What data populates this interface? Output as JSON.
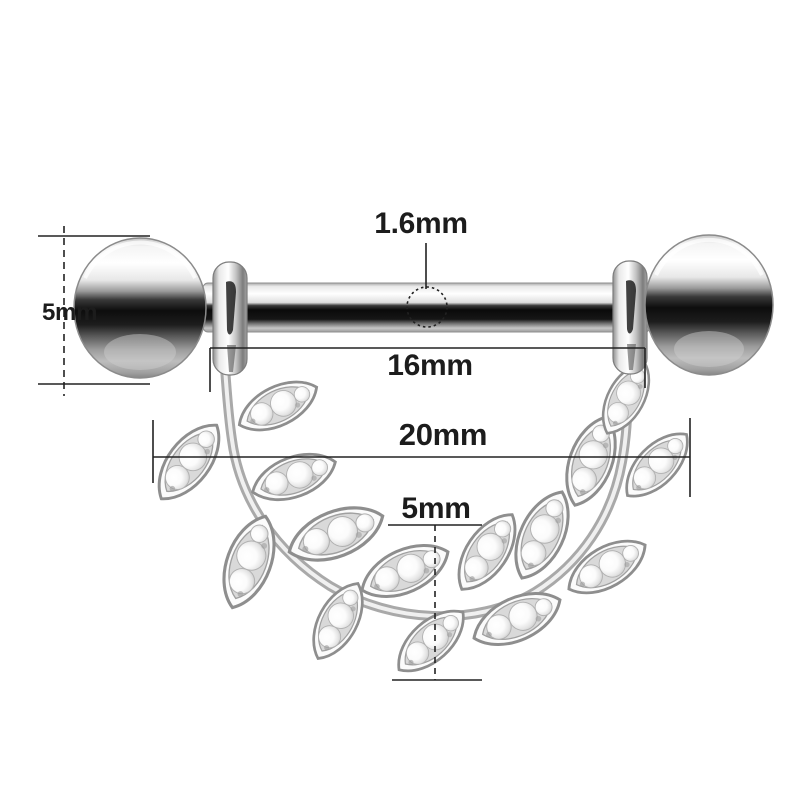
{
  "annotations": {
    "ball_diameter": {
      "label": "5mm"
    },
    "bar_thickness": {
      "label": "1.6mm"
    },
    "bar_length": {
      "label": "16mm"
    },
    "dangle_width": {
      "label": "20mm"
    },
    "leaf_drop": {
      "label": "5mm"
    }
  },
  "colors": {
    "color-bg": "#ffffff",
    "color-text": "#1c1c1c",
    "color-dim-line": "#222222",
    "color-metal-bright": "#ffffff",
    "color-metal-mid": "#b5b5b5",
    "color-metal-dark": "#0d0d0d"
  }
}
